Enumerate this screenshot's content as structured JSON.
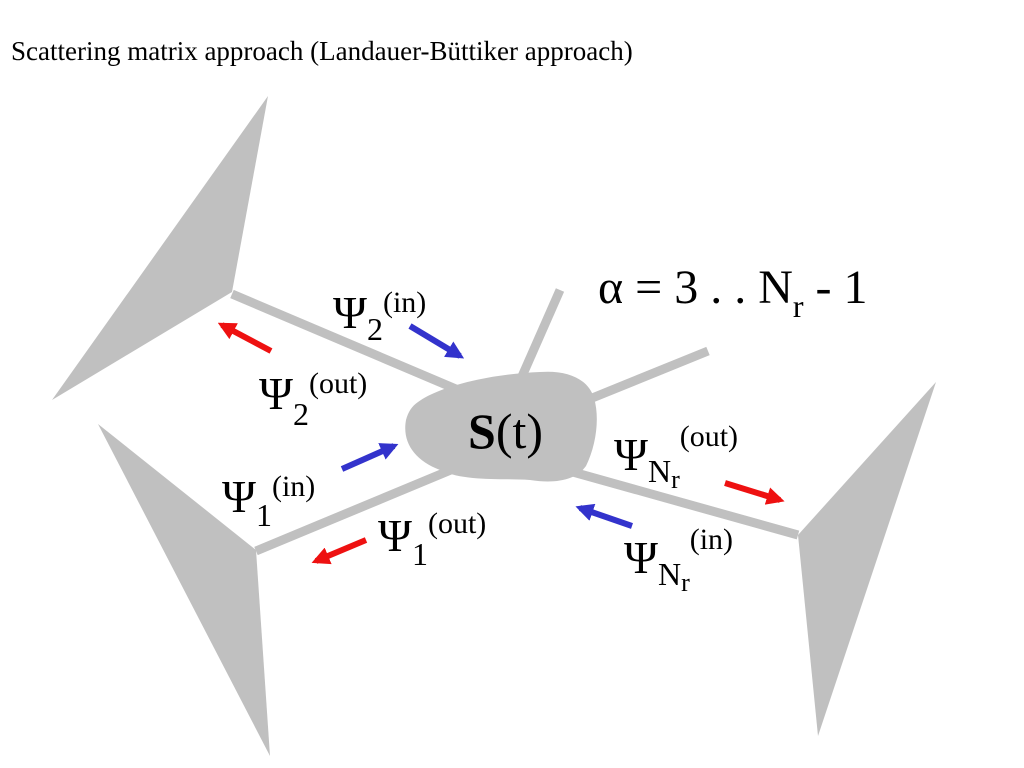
{
  "title": "Scattering matrix approach (Landauer-Büttiker approach)",
  "colors": {
    "lead_gray": "#c0c0c0",
    "incoming_arrow": "#3333cc",
    "outgoing_arrow": "#ee1111",
    "text": "#000000"
  },
  "scatterer": {
    "symbol": "S",
    "argument": "(t)"
  },
  "alpha_label": {
    "prefix": "α = 3 . . N",
    "subscript": "r",
    "suffix": " - 1"
  },
  "waves": {
    "psi": "Ψ",
    "psi2_in": {
      "sub": "2",
      "sup": "(in)"
    },
    "psi2_out": {
      "sub": "2",
      "sup": "(out)"
    },
    "psi1_in": {
      "sub": "1",
      "sup": "(in)"
    },
    "psi1_out": {
      "sub": "1",
      "sup": "(out)"
    },
    "psiNr_out": {
      "sub": "N",
      "subsub": "r",
      "sup": "(out)"
    },
    "psiNr_in": {
      "sub": "N",
      "subsub": "r",
      "sup": "(in)"
    }
  }
}
